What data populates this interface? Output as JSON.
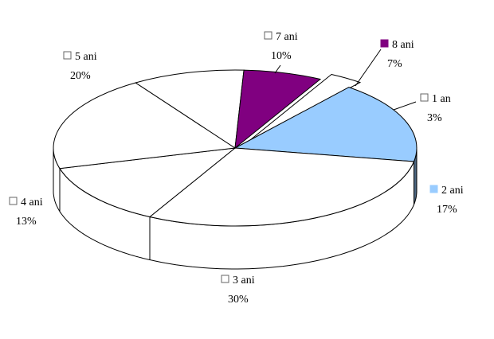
{
  "chart_data": {
    "type": "pie",
    "style": "3d",
    "legend": "labels beside slices",
    "slices": [
      {
        "label": "1 an",
        "value": 3,
        "label_text": "3%",
        "color": "#ffffff"
      },
      {
        "label": "2 ani",
        "value": 17,
        "label_text": "17%",
        "color": "#99ccff"
      },
      {
        "label": "3 ani",
        "value": 30,
        "label_text": "30%",
        "color": "#ffffff"
      },
      {
        "label": "4 ani",
        "value": 13,
        "label_text": "13%",
        "color": "#ffffff"
      },
      {
        "label": "5 ani",
        "value": 20,
        "label_text": "20%",
        "color": "#ffffff"
      },
      {
        "label": "7 ani",
        "value": 10,
        "label_text": "10%",
        "color": "#ffffff"
      },
      {
        "label": "8 ani",
        "value": 7,
        "label_text": "7%",
        "color": "#800080"
      }
    ],
    "colors": {
      "side_highlight": "#4d6680",
      "outline": "#000000"
    }
  }
}
